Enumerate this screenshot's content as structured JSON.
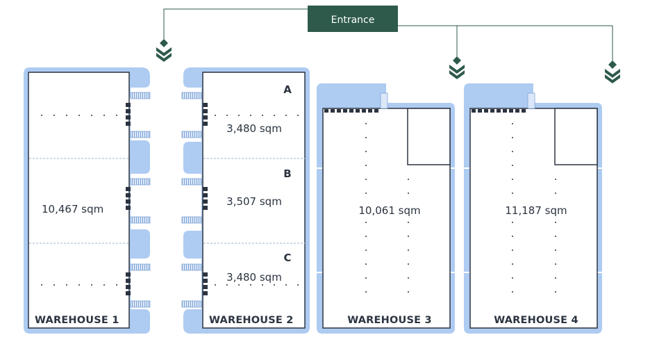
{
  "entrance": {
    "label": "Entrance"
  },
  "warehouses": [
    {
      "name": "WAREHOUSE 1",
      "area": "10,467 sqm"
    },
    {
      "name": "WAREHOUSE 2",
      "units": [
        {
          "letter": "A",
          "area": "3,480 sqm"
        },
        {
          "letter": "B",
          "area": "3,507 sqm"
        },
        {
          "letter": "C",
          "area": "3,480 sqm"
        }
      ]
    },
    {
      "name": "WAREHOUSE 3",
      "area": "10,061 sqm"
    },
    {
      "name": "WAREHOUSE 4",
      "area": "11,187 sqm"
    }
  ],
  "icons": [
    "entrance-chevron-icon",
    "dock-ramp-icon",
    "dock-door-icon"
  ],
  "colors": {
    "entrance_fill": "#2e5a4c",
    "icon_green": "#2e5a4c",
    "perimeter": "#aecbf2",
    "wall": "#2b3440",
    "column": "#2b3440",
    "divider": "#9eb4d0"
  }
}
